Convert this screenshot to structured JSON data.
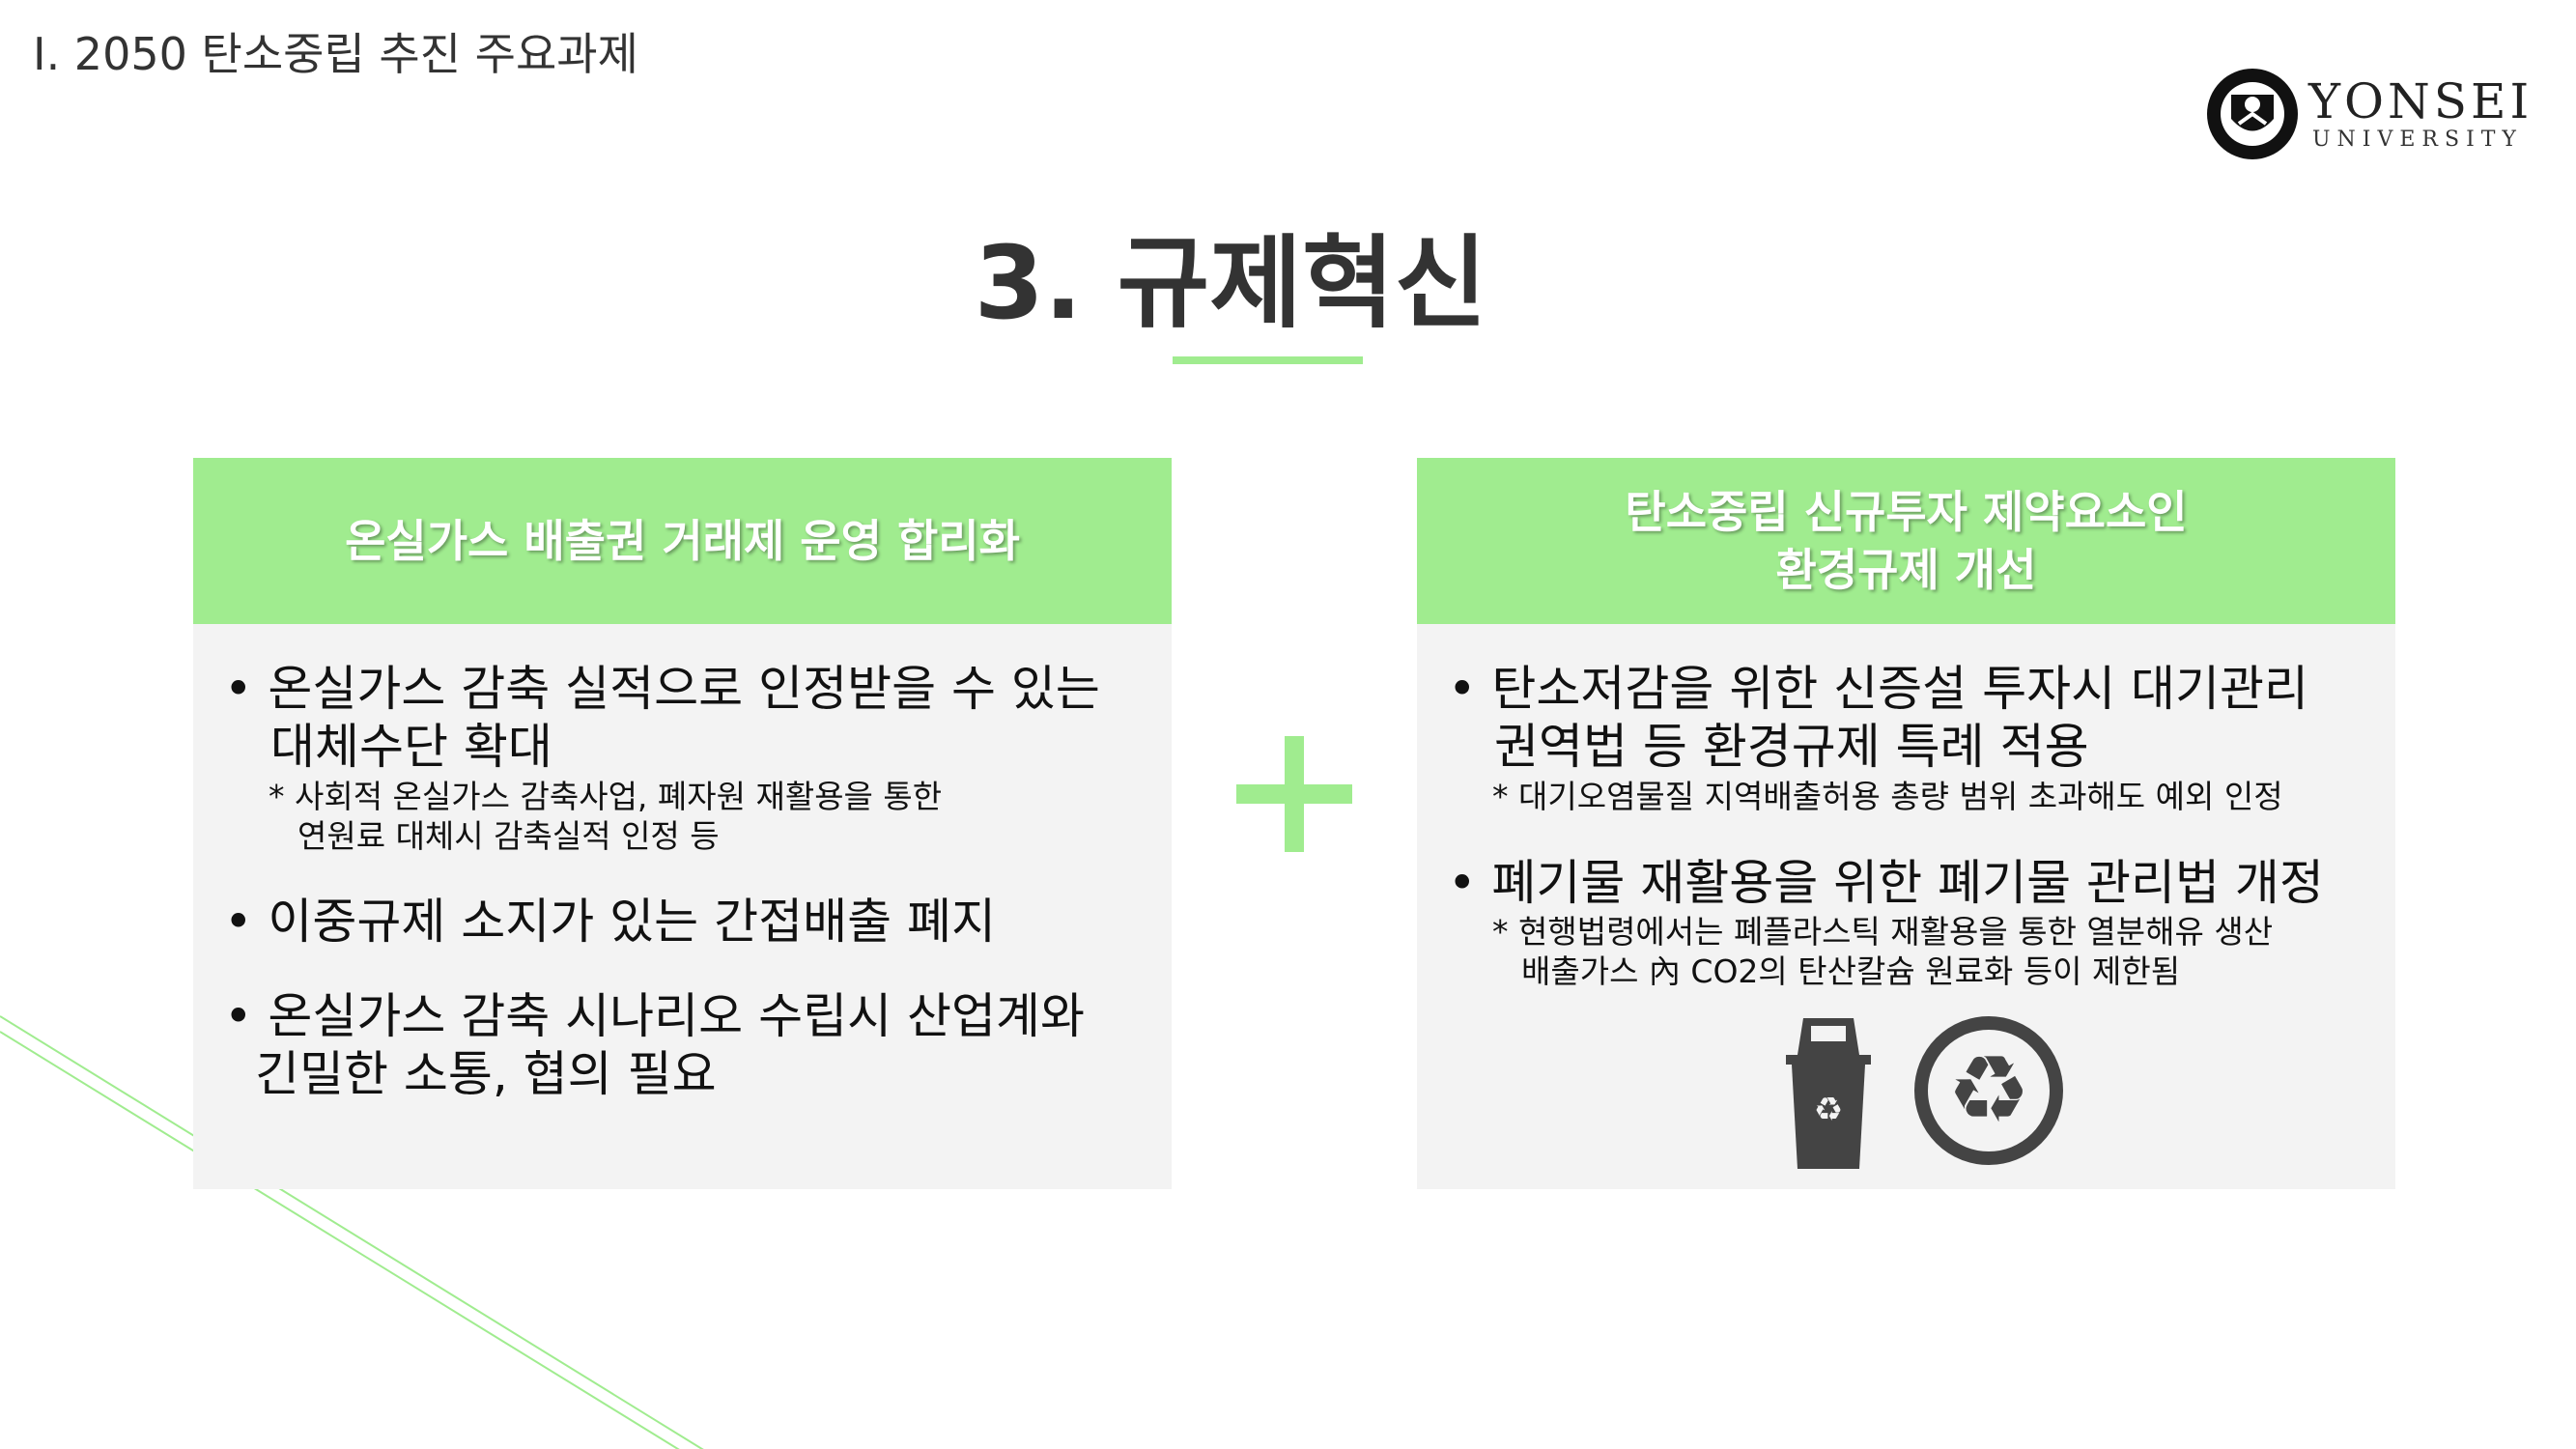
{
  "section_label": "I. 2050 탄소중립 추진 주요과제",
  "logo": {
    "name": "YONSEI",
    "sub": "UNIVERSITY"
  },
  "title": "3. 규제혁신",
  "colors": {
    "accent": "#a0ec8f",
    "box_bg": "#f3f3f3",
    "icon": "#444444"
  },
  "left_card": {
    "header": "온실가스 배출권 거래제 운영 합리화",
    "bullets": [
      {
        "lines": [
          "•  온실가스 감축 실적으로 인정받을 수 있는",
          "대체수단 확대"
        ],
        "note": [
          "* 사회적 온실가스 감축사업, 폐자원 재활용을 통한",
          "연원료 대체시 감축실적 인정 등"
        ]
      },
      {
        "lines": [
          "• 이중규제 소지가 있는 간접배출 폐지"
        ]
      },
      {
        "lines": [
          "• 온실가스 감축 시나리오 수립시 산업계와",
          "긴밀한 소통, 협의 필요"
        ]
      }
    ]
  },
  "right_card": {
    "header": [
      "탄소중립 신규투자 제약요소인",
      "환경규제 개선"
    ],
    "bullets": [
      {
        "lines": [
          "•  탄소저감을 위한 신증설 투자시 대기관리",
          "권역법 등 환경규제 특례 적용"
        ],
        "note": [
          "* 대기오염물질 지역배출허용 총량 범위 초과해도 예외 인정"
        ]
      },
      {
        "lines": [
          "• 폐기물 재활용을 위한 폐기물 관리법 개정"
        ],
        "note": [
          "* 현행법령에서는 폐플라스틱 재활용을 통한 열분해유 생산",
          "배출가스 內 CO2의 탄산칼슘 원료화 등이 제한됨"
        ]
      }
    ],
    "icons": [
      "recycle-bin-icon",
      "recycle-icon"
    ]
  }
}
